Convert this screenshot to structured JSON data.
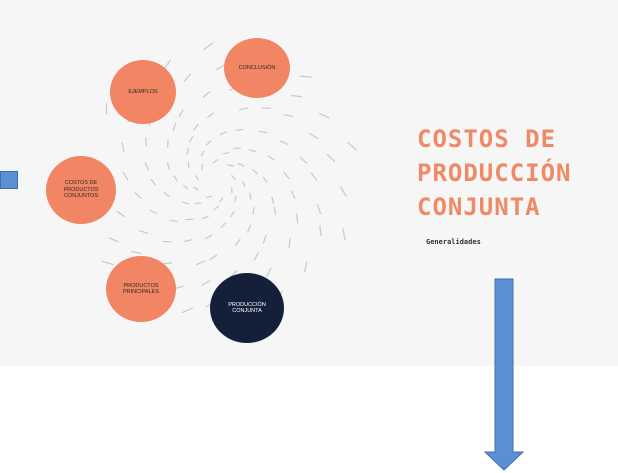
{
  "slide": {
    "title": "COSTOS DE\nPRODUCCIÓN\nCONJUNTA",
    "subtitle": "Generalidades",
    "nodes": {
      "ejemplos": "EJEMPLOS",
      "conclusion": "CONCLUSIÓN",
      "costos": "COSTOS DE PRODUCTOS CONJUNTOS",
      "principales": "PRODUCTOS PRINCIPALES",
      "produccion": "PRODUCCIÓN CONJUNTA"
    }
  },
  "colors": {
    "node_orange": "#f28563",
    "node_dark": "#14203a",
    "title": "#ef8a67",
    "arrow_fill": "#5b8fd3",
    "arrow_stroke": "#3d6fb3",
    "swirl": "#c9c9c9"
  },
  "icons": {
    "left_arrow": "right-arrow-icon",
    "down_arrow": "down-arrow-icon"
  }
}
